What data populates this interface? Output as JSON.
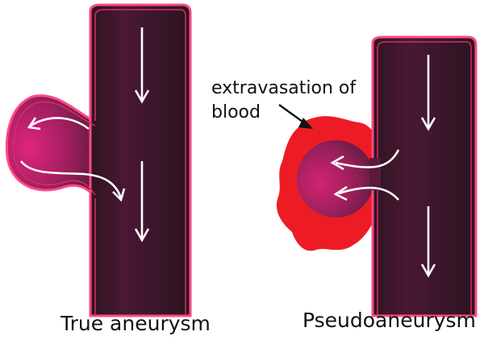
{
  "panels": {
    "true_aneurysm": {
      "caption": "True aneurysm"
    },
    "pseudoaneurysm": {
      "caption": "Pseudoaneurysm",
      "annotation_line1": "extravasation of",
      "annotation_line2": "blood"
    }
  },
  "colors": {
    "vessel_dark": "#2e1420",
    "vessel_mid": "#6e1e4c",
    "vessel_wall": "#e8407a",
    "aneurysm_light": "#e0257e",
    "blood_red": "#ed1c24",
    "arrow": "#ffffff",
    "text": "#111111"
  },
  "icons": {
    "flow_arrow": "down-arrow-icon",
    "pointer": "pointer-arrow-icon"
  }
}
